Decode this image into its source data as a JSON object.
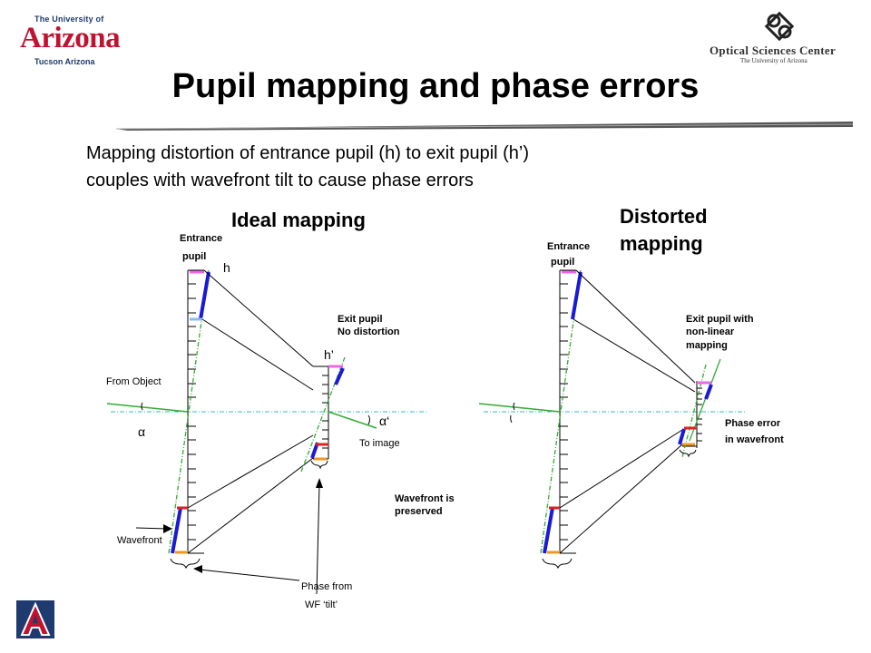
{
  "logos": {
    "university_top": "The University of",
    "university_name": "Arizona",
    "university_bottom": "Tucson Arizona",
    "osc_name": "Optical Sciences Center",
    "osc_sub": "The University of Arizona"
  },
  "title": "Pupil mapping and phase errors",
  "subtitle": {
    "line1": "Mapping distortion of entrance pupil (h) to exit pupil (h’)",
    "line2": "couples with wavefront tilt to cause phase errors"
  },
  "ideal": {
    "heading": "Ideal mapping",
    "entrance_pupil_line1": "Entrance",
    "entrance_pupil_line2": "pupil",
    "h": "h",
    "h_prime": "h’",
    "exit_pupil_line1": "Exit pupil",
    "exit_pupil_line2": "No distortion",
    "from_object": "From Object",
    "alpha": "α",
    "alpha_prime": "α‘",
    "to_image": "To image",
    "wavefront": "Wavefront",
    "wavefront_preserved_line1": "Wavefront  is",
    "wavefront_preserved_line2": "preserved",
    "phase_from_line1": "Phase from",
    "phase_from_line2": "WF ‘tilt’"
  },
  "distorted": {
    "heading_line1": "Distorted",
    "heading_line2": "mapping",
    "entrance_pupil_line1": "Entrance",
    "entrance_pupil_line2": "pupil",
    "exit_pupil_line1": "Exit pupil with",
    "exit_pupil_line2": "non-linear",
    "exit_pupil_line3": "mapping",
    "phase_error_line1": "Phase error",
    "phase_error_line2": "in wavefront"
  },
  "colors": {
    "title": "#000000",
    "university_red": "#c1122f",
    "university_navy": "#1e3a6e",
    "wavefront_blue": "#1a1ad6",
    "chief_ray_green": "#33aa33",
    "axis_cyan": "#33bbbb",
    "marker_pink": "#ee66ee",
    "marker_red": "#dd2222",
    "marker_orange": "#ee9922",
    "marker_lightblue": "#88bbee"
  }
}
